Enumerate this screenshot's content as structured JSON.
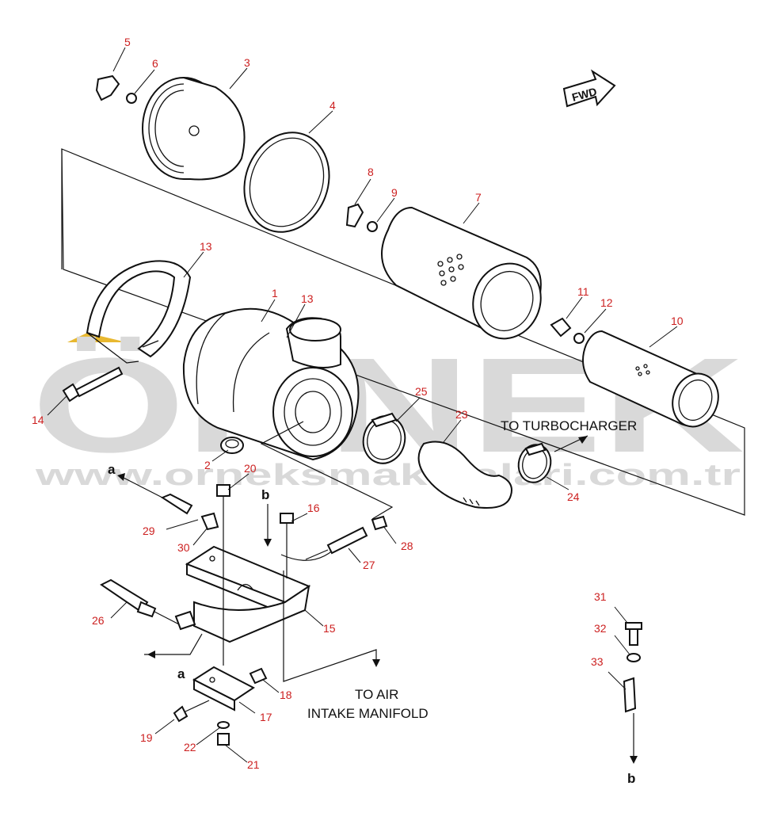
{
  "watermark": {
    "brand": "ÖRNEK",
    "url": "www.orneksmakinalari.com.tr"
  },
  "fwd_badge": "FWD",
  "callouts": {
    "to_turbocharger": "TO TURBOCHARGER",
    "to_air_line1": "TO AIR",
    "to_air_line2": "INTAKE MANIFOLD"
  },
  "connector_letters": {
    "a": "a",
    "b": "b"
  },
  "part_numbers": [
    "1",
    "2",
    "3",
    "4",
    "5",
    "6",
    "7",
    "8",
    "9",
    "10",
    "11",
    "12",
    "13",
    "14",
    "15",
    "16",
    "17",
    "18",
    "19",
    "20",
    "21",
    "22",
    "23",
    "24",
    "25",
    "26",
    "27",
    "28",
    "29",
    "30",
    "31",
    "32",
    "33"
  ],
  "colors": {
    "label": "#cc1f1f",
    "line": "#111111",
    "watermark": "#d9d9d9",
    "accent": "#e8b830"
  }
}
